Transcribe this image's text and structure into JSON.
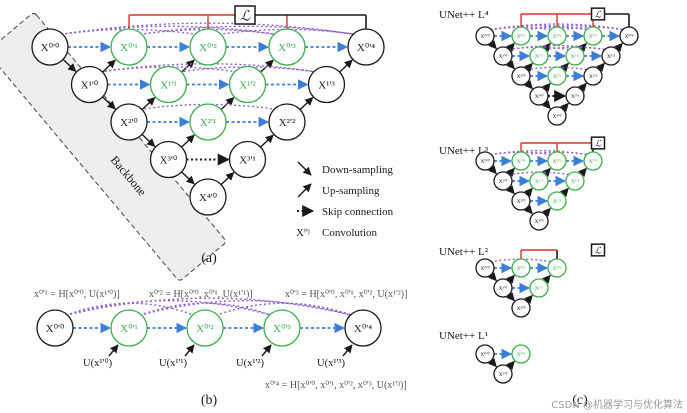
{
  "loss_symbol": "ℒ",
  "panel_a": {
    "caption": "(a)",
    "backbone_label": "Backbone",
    "legend": {
      "down": "Down-sampling",
      "up": "Up-sampling",
      "skip": "Skip connection",
      "conv_symbol": "Xⁱ'ʲ",
      "conv": "Convolution"
    }
  },
  "panel_b": {
    "caption": "(b)",
    "eq1": "x⁰'¹ = H[x⁰'⁰, U(x¹'⁰)]",
    "eq2": "x⁰'² = H[x⁰'⁰, x⁰'¹, U(x¹'¹)]",
    "eq3": "x⁰'³ = H[x⁰'⁰, x⁰'¹, x⁰'², U(x¹'²)]",
    "eq4": "x⁰'⁴ = H[x⁰'⁰, x⁰'¹, x⁰'², x⁰'³, U(x¹'³)]",
    "u1": "U(x¹'⁰)",
    "u2": "U(x¹'¹)",
    "u3": "U(x¹'²)",
    "u4": "U(x¹'³)"
  },
  "panel_c": {
    "caption": "(c)",
    "l4": "UNet++ L⁴",
    "l3": "UNet++ L³",
    "l2": "UNet++ L²",
    "l1": "UNet++ L¹"
  },
  "nodes": {
    "x00": "X⁰'⁰",
    "x01": "X⁰'¹",
    "x02": "X⁰'²",
    "x03": "X⁰'³",
    "x04": "X⁰'⁴",
    "x10": "X¹'⁰",
    "x11": "X¹'¹",
    "x12": "X¹'²",
    "x13": "X¹'³",
    "x20": "X²'⁰",
    "x21": "X²'¹",
    "x22": "X²'²",
    "x30": "X³'⁰",
    "x31": "X³'¹",
    "x40": "X⁴'⁰"
  },
  "watermark": "CSDN @机器学习与优化算法",
  "colors": {
    "encoder": "#1a1a1a",
    "nested": "#3cae4c",
    "deep_supervision": "#d9332a",
    "skip_blue": "#3c7fd6",
    "skip_purple": "#8d62c8"
  }
}
